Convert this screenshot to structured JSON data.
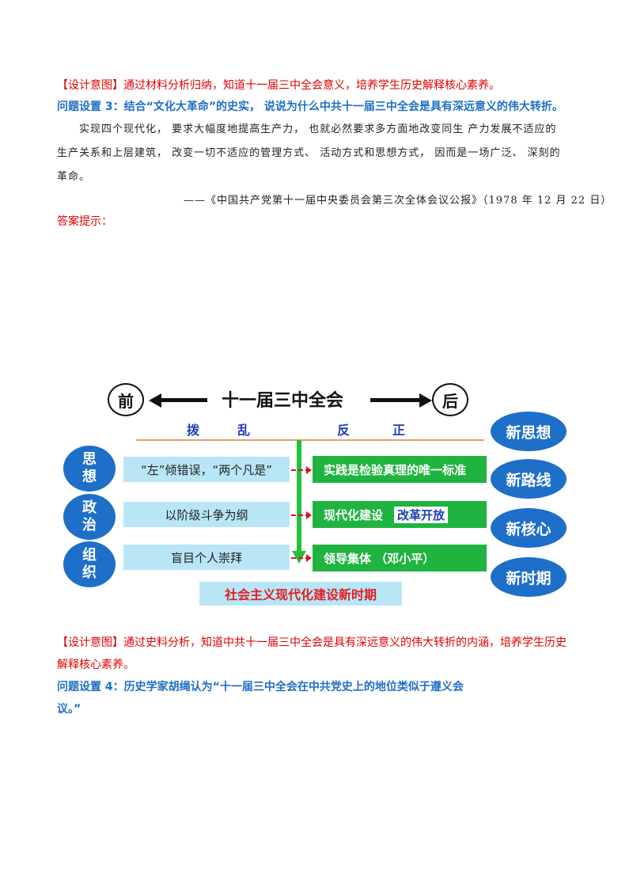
{
  "design_intent_1": {
    "label": "【设计意图】",
    "text": "通过材料分析归纳，知道十一届三中全会意义，培养学生历史解释核心素养。"
  },
  "question_3": {
    "label": "问题设置 3：",
    "text": "结合“文化大革命”的史实， 说说为什么中共十一届三中全会是具有深远意义的伟大转折。"
  },
  "quote": {
    "line1": "实现四个现代化， 要求大幅度地提高生产力， 也就必然要求多方面地改变同生 产力发展不适应的",
    "line2": "生产关系和上层建筑， 改变一切不适应的管理方式、 活动方式和思想方式， 因而是一场广泛、 深刻的",
    "line3": "革命。",
    "source": "——《中国共产党第十一届中央委员会第三次全体会议公报》（1978 年 12 月 22 日）"
  },
  "answer_hint": "答案提示：",
  "diagram": {
    "before": "前",
    "after": "后",
    "title": "十一届三中全会",
    "slogan": [
      "拨",
      "乱",
      "反",
      "正"
    ],
    "rows": [
      {
        "category": "思想",
        "old": "“左”倾错误，“两个凡是”",
        "new": "实践是检验真理的唯一标准",
        "extra": ""
      },
      {
        "category": "政治",
        "old": "以阶级斗争为纲",
        "new": "现代化建设",
        "extra": "改革开放"
      },
      {
        "category": "组织",
        "old": "盲目个人崇拜",
        "new": "领导集体 （邓小平）",
        "extra": ""
      }
    ],
    "new_items": [
      "新思想",
      "新路线",
      "新核心",
      "新时期"
    ],
    "era": "社会主义现代化建设新时期"
  },
  "design_intent_2": {
    "label": "【设计意图】",
    "text_line1": "通过史料分析，知道中共十一届三中全会是具有深远意义的伟大转折的内涵，培养学生历史",
    "text_line2": "解释核心素养。"
  },
  "question_4": {
    "label": "问题设置 4：",
    "text_line1": "历史学家胡绳认为“十一届三中全会在中共党史上的地位类似于遵义会",
    "text_line2": "议。”"
  },
  "colors": {
    "red": "#e00000",
    "blue": "#1f6fc5",
    "green": "#1fb43f",
    "light_blue": "#b9e6f7",
    "oval_blue": "#1e6fc8"
  }
}
